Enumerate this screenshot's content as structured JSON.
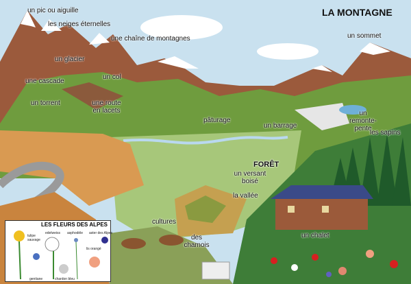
{
  "title": "LA MONTAGNE",
  "labels": {
    "pic": "un pic ou aiguille",
    "neiges": "les neiges éternelles",
    "chaine": "une chaîne de montagnes",
    "sommet": "un sommet",
    "glacier": "un glacier",
    "cascade": "une cascade",
    "col": "un col",
    "torrent": "un torrent",
    "route": "une route en lacets",
    "paturage": "pâturage",
    "barrage": "un barrage",
    "remonte": "un remonte-pente",
    "sapins": "les sapins",
    "foret": "FORÊT",
    "versant": "un versant boisé",
    "vallee": "la vallée",
    "cultures": "cultures",
    "chamois": "des chamois",
    "chalet": "un chalet"
  },
  "inset": {
    "title": "LES FLEURS DES ALPES",
    "flowers": [
      "tulipe sauvage",
      "edelweiss",
      "asphodèle",
      "aster des Alpes",
      "lis orangé",
      "gentiane",
      "chardon bleu"
    ]
  }
}
